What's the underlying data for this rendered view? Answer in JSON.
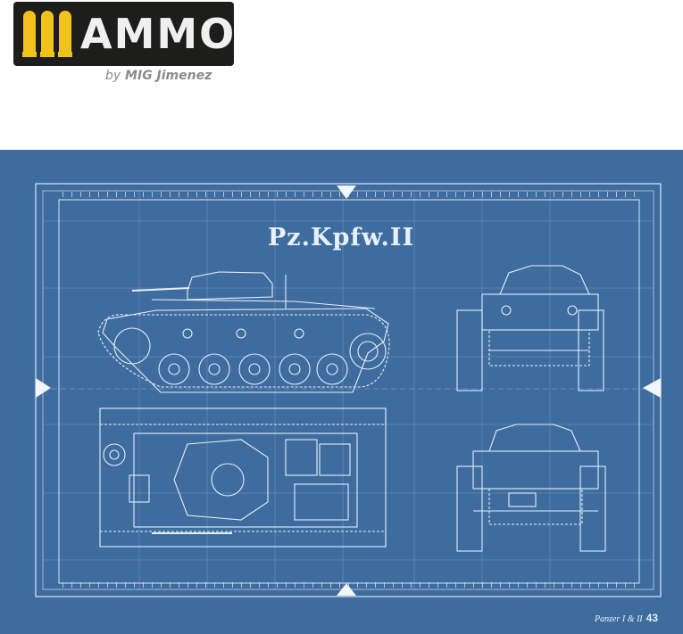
{
  "brand": {
    "name": "AMMO",
    "tagline_prefix": "by",
    "tagline_name": "MIG Jimenez",
    "colors": {
      "logo_bg": "#1d1d1b",
      "bullets": "#f1c21b"
    }
  },
  "blueprint": {
    "title": "Pz.Kpfw.II",
    "background_color": "#3f6c9f",
    "line_color": "#e6eef8",
    "views": [
      "side-view",
      "top-view",
      "front-view",
      "rear-view"
    ]
  },
  "footer": {
    "book_title": "Panzer I & II",
    "page_number": "43"
  }
}
